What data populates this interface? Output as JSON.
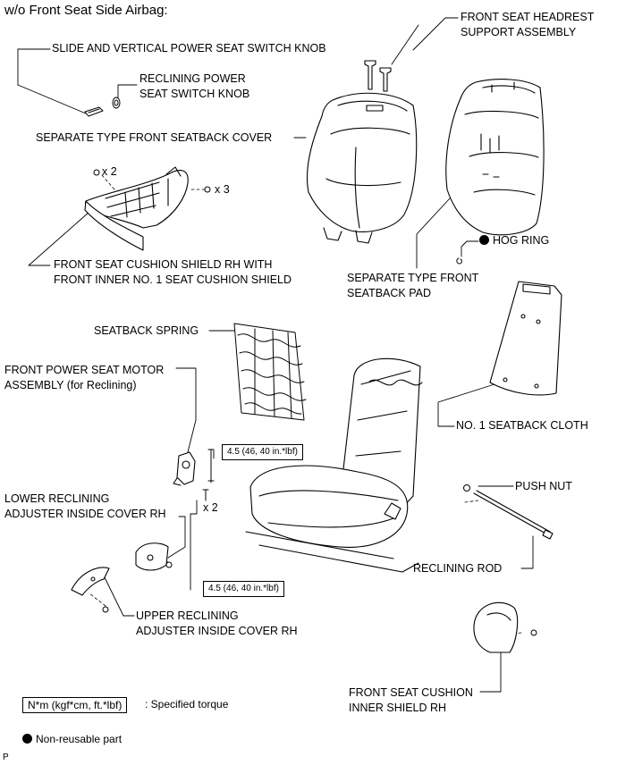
{
  "title": "w/o Front Seat Side Airbag:",
  "labels": {
    "headrest_support": [
      "FRONT SEAT HEADREST",
      "SUPPORT ASSEMBLY"
    ],
    "slide_knob": "SLIDE AND VERTICAL POWER SEAT SWITCH KNOB",
    "reclining_knob": [
      "RECLINING POWER",
      "SEAT SWITCH KNOB"
    ],
    "seatback_cover": "SEPARATE TYPE FRONT SEATBACK COVER",
    "hog_ring": "HOG RING",
    "cushion_shield": [
      "FRONT SEAT CUSHION SHIELD RH WITH",
      "FRONT INNER NO. 1 SEAT CUSHION SHIELD"
    ],
    "seatback_pad": [
      "SEPARATE TYPE FRONT",
      "SEATBACK PAD"
    ],
    "seatback_spring": "SEATBACK SPRING",
    "motor": [
      "FRONT POWER SEAT MOTOR",
      "ASSEMBLY (for Reclining)"
    ],
    "seatback_cloth": "NO. 1 SEATBACK CLOTH",
    "lower_cover": [
      "LOWER RECLINING",
      "ADJUSTER INSIDE COVER RH"
    ],
    "push_nut": "PUSH NUT",
    "reclining_rod": "RECLINING ROD",
    "upper_cover": [
      "UPPER RECLINING",
      "ADJUSTER INSIDE COVER RH"
    ],
    "inner_shield": [
      "FRONT SEAT CUSHION",
      "INNER SHIELD RH"
    ]
  },
  "quantities": {
    "x2_top": "x 2",
    "x3": "x 3",
    "x2_bolt": "x 2"
  },
  "torques": {
    "upper": "4.5 (46, 40 in.*lbf)",
    "lower": "4.5 (46, 40 in.*lbf)"
  },
  "legend": {
    "torque_box": "N*m (kgf*cm, ft.*lbf)",
    "torque_text": ": Specified torque",
    "nonreusable": "Non-reusable part"
  },
  "corner_mark": "P"
}
